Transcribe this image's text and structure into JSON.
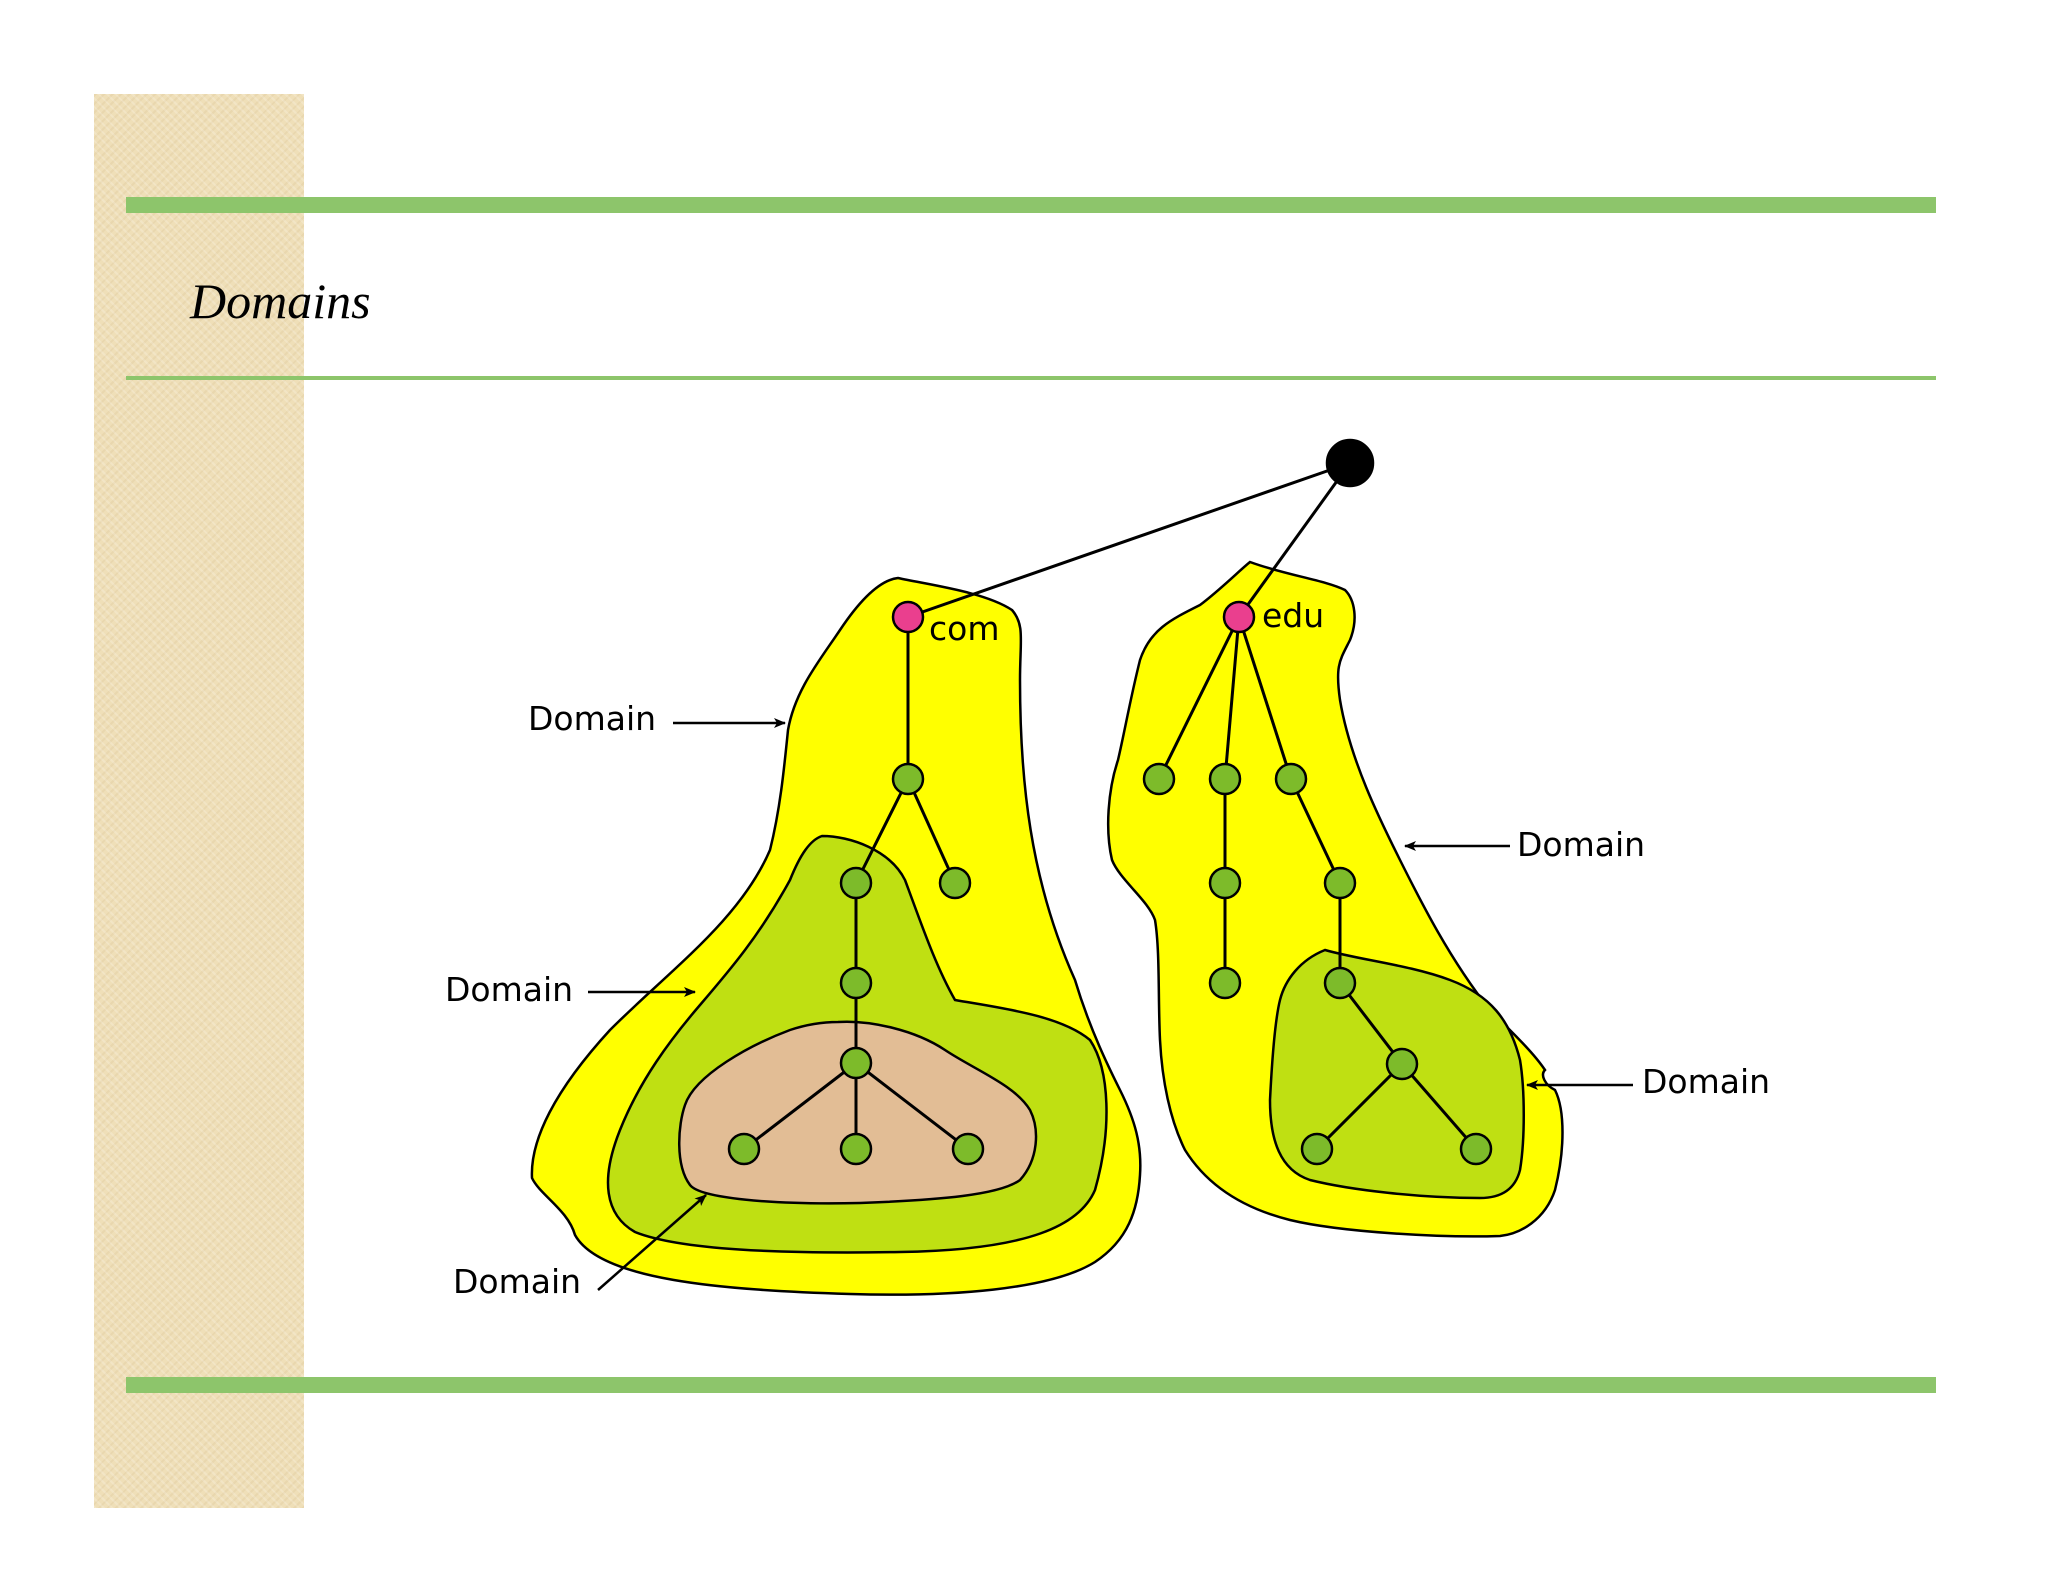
{
  "slide": {
    "title": "Domains"
  },
  "colors": {
    "side_panel": "#efdfb8",
    "rule": "#8dc56b",
    "outer_domain_fill": "#ffff00",
    "middle_domain_fill": "#bfe012",
    "inner_domain_fill": "#e2bd95",
    "root_node": "#000000",
    "tld_node": "#ea3f8e",
    "node": "#7dbb2a"
  },
  "diagram": {
    "tld_labels": {
      "com": "com",
      "edu": "edu"
    },
    "domain_labels": {
      "com_outer": "Domain",
      "com_middle": "Domain",
      "com_inner": "Domain",
      "edu_outer": "Domain",
      "edu_inner": "Domain"
    }
  }
}
